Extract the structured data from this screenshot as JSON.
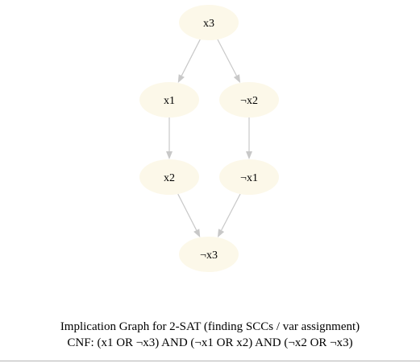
{
  "graph": {
    "nodes": [
      {
        "id": "x3",
        "label": "x3"
      },
      {
        "id": "x1",
        "label": "x1"
      },
      {
        "id": "nx2",
        "label": "¬x2"
      },
      {
        "id": "x2",
        "label": "x2"
      },
      {
        "id": "nx1",
        "label": "¬x1"
      },
      {
        "id": "nx3",
        "label": "¬x3"
      }
    ],
    "edges": [
      {
        "from": "x3",
        "to": "x1"
      },
      {
        "from": "x3",
        "to": "nx2"
      },
      {
        "from": "x1",
        "to": "x2"
      },
      {
        "from": "nx2",
        "to": "nx1"
      },
      {
        "from": "x2",
        "to": "nx3"
      },
      {
        "from": "nx1",
        "to": "nx3"
      }
    ],
    "colors": {
      "node_fill": "#fcf8e9",
      "edge": "#c8c8c8",
      "text": "#000000"
    }
  },
  "caption": {
    "line1": "Implication Graph for 2-SAT (finding SCCs / var assignment)",
    "line2": "CNF: (x1 OR ¬x3) AND (¬x1 OR x2) AND (¬x2 OR ¬x3)"
  }
}
